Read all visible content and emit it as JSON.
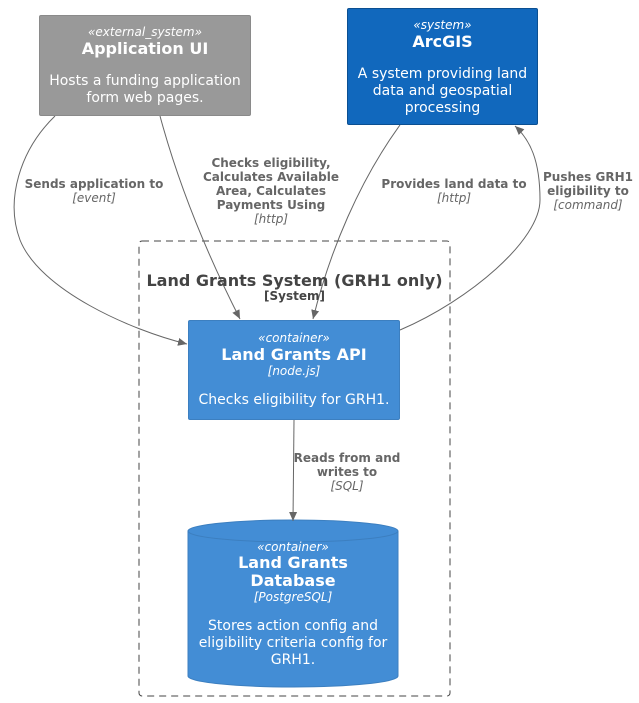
{
  "nodes": {
    "application_ui": {
      "stereotype": "«external_system»",
      "name": "Application UI",
      "description": "Hosts a funding application form web pages."
    },
    "arcgis": {
      "stereotype": "«system»",
      "name": "ArcGIS",
      "description": "A system providing land data and geospatial processing"
    },
    "land_grants_api": {
      "stereotype": "«container»",
      "name": "Land Grants API",
      "technology": "[node.js]",
      "description": "Checks eligibility for GRH1."
    },
    "land_grants_database": {
      "stereotype": "«container»",
      "name_line1": "Land Grants",
      "name_line2": "Database",
      "technology": "[PostgreSQL]",
      "description": "Stores action config and eligibility criteria config for GRH1."
    }
  },
  "boundary": {
    "title": "Land Grants System (GRH1 only)",
    "type": "[System]"
  },
  "edges": {
    "sends_application": {
      "label": "Sends application to",
      "technology": "[event]"
    },
    "checks_eligibility": {
      "label_lines": [
        "Checks eligibility,",
        "Calculates Available",
        "Area, Calculates",
        "Payments Using"
      ],
      "technology": "[http]"
    },
    "provides_land_data": {
      "label": "Provides land data to",
      "technology": "[http]"
    },
    "pushes_grh1": {
      "label_lines": [
        "Pushes GRH1",
        "eligibility to"
      ],
      "technology": "[command]"
    },
    "reads_writes": {
      "label_lines": [
        "Reads from and",
        "writes to"
      ],
      "technology": "[SQL]"
    }
  },
  "colors": {
    "external_system": "#999999",
    "system": "#1168bd",
    "container": "#438dd5",
    "edge": "#666666",
    "boundary_text": "#444444"
  }
}
